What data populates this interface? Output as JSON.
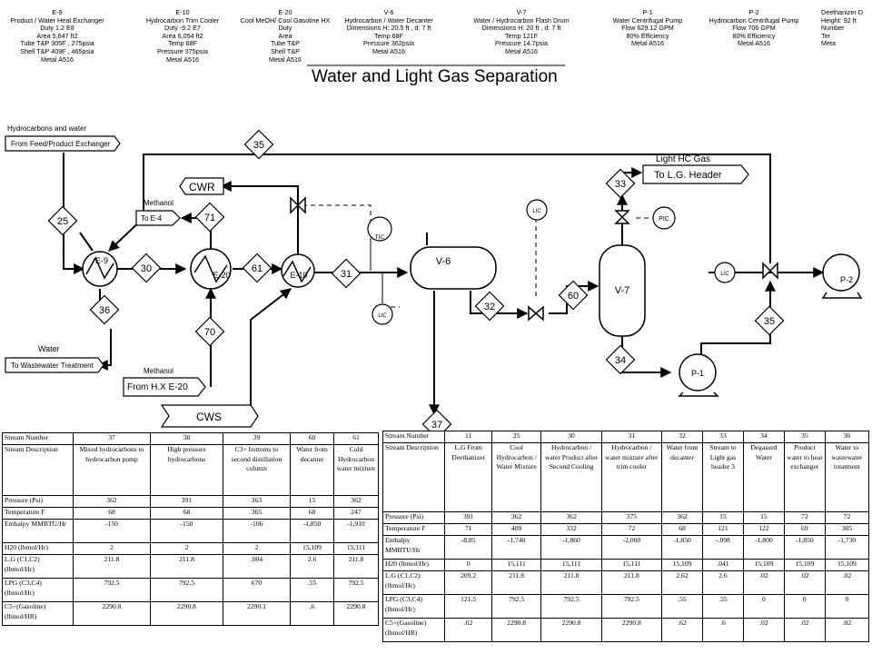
{
  "title": "Water and Light Gas Separation",
  "specs": [
    {
      "lines": [
        "E-9",
        "Product / Water Heat Exchanger",
        "Duty 1.2 E8",
        "Area 5,647 ft2",
        "Tube T&P 305F , 275psia",
        "Shell T&P 409F , 465psia",
        "Metal A516"
      ]
    },
    {
      "lines": [
        "E-10",
        "Hydrocarbon Trim Cooler",
        "Duty -9.2 E7",
        "Area 6,054 ft2",
        "Temp 68F",
        "Pressure 375psia",
        "Metal A516"
      ]
    },
    {
      "lines": [
        "E-20",
        "Cool MeOH/ Cool Gasoline HX",
        "Duty",
        "Area",
        "Tube T&P",
        "Shell T&P",
        "Metal A516"
      ]
    },
    {
      "lines": [
        "V-6",
        "Hydrocarbon / Water Decanter",
        "Dimensions H: 20.5 ft , d: 7 ft",
        "Temp 68F",
        "Pressure 362psia",
        "Metal A516"
      ]
    },
    {
      "lines": [
        "V-7",
        "Water / Hydrocarbon Flash Drum",
        "Dimensions H: 20 ft , d: 7 ft",
        "Temp 121F",
        "Pressure 14.7psia",
        "Metal A516"
      ]
    },
    {
      "lines": [
        "P-1",
        "Water Centrifugal Pump",
        "Flow 629.12 GPM",
        "80% Efficiency",
        "Metal A516"
      ]
    },
    {
      "lines": [
        "P-2",
        "Hydrocarbon Centrifugal Pump",
        "Flow 706 GPM",
        "80% Efficiency",
        "Metal A516"
      ]
    },
    {
      "lines": [
        "Deethanizer D",
        "Height: 92 ft",
        "Number",
        "Ter",
        "Meta"
      ]
    }
  ],
  "labels": {
    "hc_water": "Hydrocarbons and water",
    "from_feed": "From Feed/Product Exchanger",
    "water": "Water",
    "to_wastewater": "To Wastewater Treatment",
    "methanol1": "Methanol",
    "to_e4": "To E-4",
    "methanol2": "Methanol",
    "from_hx": "From H.X E-20",
    "cwr": "CWR",
    "cws": "CWS",
    "light_hc": "Light HC Gas",
    "to_lg": "To L.G. Header"
  },
  "equipment": {
    "e9": "E-9",
    "e20": "E-20",
    "e10": "E-10",
    "v6": "V-6",
    "v7": "V-7",
    "p1": "P-1",
    "p2": "P-2",
    "tic": "TIC",
    "lic1": "LIC",
    "lic2": "LIC",
    "lic3": "LIC",
    "pic": "PIC"
  },
  "streams": {
    "s25": "25",
    "s30": "30",
    "s36": "36",
    "s71": "71",
    "s70": "70",
    "s61": "61",
    "s31": "31",
    "s35a": "35",
    "s32": "32",
    "s60": "60",
    "s33": "33",
    "s34": "34",
    "s35b": "35",
    "s37": "37"
  },
  "table_left": {
    "rows": [
      [
        "Stream Number",
        "37",
        "38",
        "39",
        "60",
        "61"
      ],
      [
        "Stream Description",
        "Mixed hydrocarbons to hydrocarbon pump",
        "High pressure hydrocarbons",
        "C3+ bottoms to second distillation column",
        "Water from decanter",
        "Cold Hydrocarbon water mixture"
      ],
      [
        "Pressure (Psi)",
        "362",
        "391",
        "363",
        "15",
        "362"
      ],
      [
        "Temperature F",
        "68",
        "68",
        "365",
        "68",
        "247"
      ],
      [
        "Enthalpy MMBTU/Hr",
        "-150",
        "-150",
        "-106",
        "-1,850",
        "-1,910"
      ],
      [
        "H20 (lbmol/Hr)",
        "2",
        "2",
        "2",
        "15,109",
        "15,111"
      ],
      [
        "L.G (C1,C2) (lbmol/Hr)",
        "211.8",
        "211.8",
        ".004",
        "2.6",
        "211.8"
      ],
      [
        "LPG (C3,C4) (lbmol/Hr)",
        "792.5",
        "792.5",
        "670",
        ".55",
        "792.5"
      ],
      [
        "C5+(Gasoline) (lbmol/HR)",
        "2290.8",
        "2290.8",
        "2290.1",
        ".6",
        "2290.8"
      ]
    ]
  },
  "table_right": {
    "rows": [
      [
        "Stream Number",
        "11",
        "25",
        "30",
        "31",
        "32",
        "33",
        "34",
        "35",
        "36"
      ],
      [
        "Stream Description",
        "L.G From Deethanizer",
        "Cool Hydrocarbon / Water Mixture",
        "Hydrocarbon / water Product after Second Cooling",
        "Hydrocarbon / water mixture after trim cooler",
        "Water from decanter",
        "Stream to Light gas header 3",
        "Degassed Water",
        "Product water to heat exchanger",
        "Water to wastewater treatment"
      ],
      [
        "Pressure (Psi)",
        "391",
        "362",
        "362",
        "375",
        "362",
        "15",
        "15",
        "72",
        "72"
      ],
      [
        "Temperature F",
        "71",
        "409",
        "332",
        "72",
        "68",
        "121",
        "122",
        "69",
        "305"
      ],
      [
        "Enthalpy MMBTU/Hr",
        "-8.85",
        "-1,740",
        "-1,860",
        "-2,000",
        "-1,850",
        "-.098",
        "-1,800",
        "-1,850",
        "-1,730"
      ],
      [
        "H20 (lbmol/Hr)",
        "0",
        "15,111",
        "15,111",
        "15,111",
        "15,109",
        ".041",
        "15,109",
        "15,109",
        "15,109"
      ],
      [
        "L.G (C1,C2) (lbmol/Hr)",
        "209.2",
        "211.8",
        "211.8",
        "211.8",
        "2.62",
        "2.6",
        ".02",
        ".02",
        ".02"
      ],
      [
        "LPG (C3,C4) (lbmol/Hr)",
        "121.5",
        "792.5",
        "792.5",
        "792.5",
        ".55",
        ".55",
        "0",
        "0",
        "0"
      ],
      [
        "C5+(Gasoline) (lbmol/HR)",
        ".02",
        "2290.8",
        "2290.8",
        "2290.8",
        ".62",
        ".6",
        ".02",
        ".02",
        ".02"
      ]
    ]
  }
}
